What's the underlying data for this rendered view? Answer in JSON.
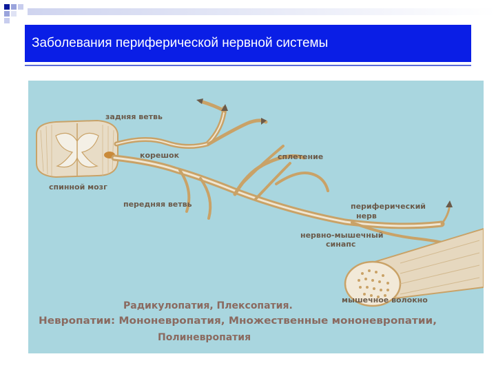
{
  "slide": {
    "title": "Заболевания периферической нервной системы"
  },
  "figure": {
    "labels": {
      "posterior_branch": "задняя ветвь",
      "root": "корешок",
      "plexus": "сплетение",
      "spinal_cord": "спинной мозг",
      "anterior_branch": "передняя ветвь",
      "peripheral_nerve_1": "периферический",
      "peripheral_nerve_2": "нерв",
      "synapse_1": "нервно-мышечный",
      "synapse_2": "синапс",
      "muscle_fiber": "мышечное волокно"
    },
    "caption": {
      "line1": "Радикулопатия, Плексопатия.",
      "line2": "Невропатии: Мононевропатия, Множественные мононевропатии,",
      "line3": "Полиневропатия"
    }
  },
  "colors": {
    "title_bar": "#0a1ee6",
    "figure_background": "#a9d6df",
    "nerve": "#c9a267",
    "label_text": "#6a5a4a",
    "caption_text": "#8a6a60"
  }
}
